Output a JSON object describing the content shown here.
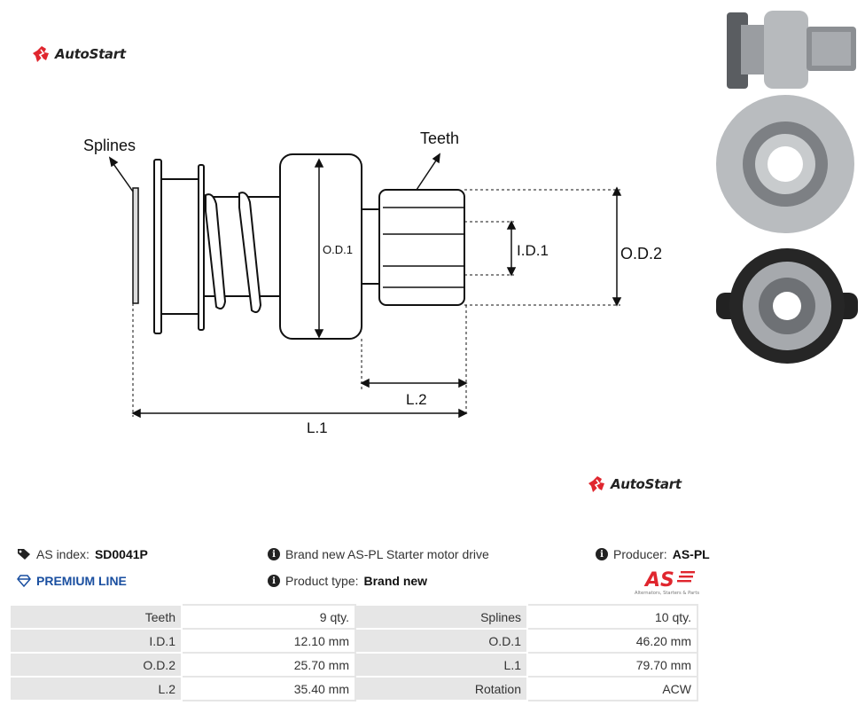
{
  "brand": {
    "name": "AutoStart",
    "color": "#e0262e"
  },
  "diagram": {
    "splines_label": "Splines",
    "teeth_label": "Teeth",
    "od1_label": "O.D.1",
    "id1_label": "I.D.1",
    "od2_label": "O.D.2",
    "l2_label": "L.2",
    "l1_label": "L.1"
  },
  "info": {
    "as_index_label": "AS index:",
    "as_index_value": "SD0041P",
    "premium_label": "PREMIUM LINE",
    "description": "Brand new AS-PL Starter motor drive",
    "product_type_label": "Product type:",
    "product_type_value": "Brand new",
    "producer_label": "Producer:",
    "producer_value": "AS-PL",
    "as_logo_text": "AS",
    "as_logo_tagline": "Alternators, Starters & Parts",
    "icons": {
      "tag": "tag-icon",
      "diamond": "diamond-icon",
      "info": "info-icon"
    }
  },
  "specs": [
    {
      "k1": "Teeth",
      "v1": "9 qty.",
      "k2": "Splines",
      "v2": "10 qty."
    },
    {
      "k1": "I.D.1",
      "v1": "12.10 mm",
      "k2": "O.D.1",
      "v2": "46.20 mm"
    },
    {
      "k1": "O.D.2",
      "v1": "25.70 mm",
      "k2": "L.1",
      "v2": "79.70 mm"
    },
    {
      "k1": "L.2",
      "v1": "35.40 mm",
      "k2": "Rotation",
      "v2": "ACW"
    }
  ]
}
